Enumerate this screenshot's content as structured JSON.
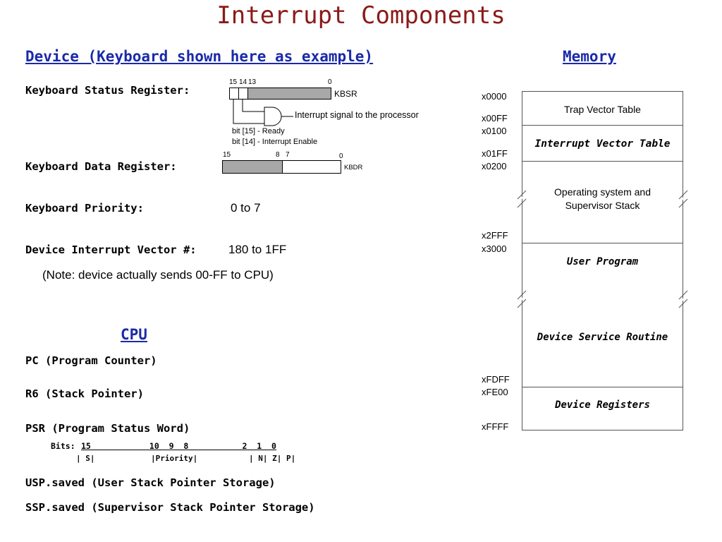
{
  "title": "Interrupt Components",
  "device": {
    "heading": "Device (Keyboard shown here as example)",
    "status_label": "Keyboard Status Register:",
    "kbsr": {
      "bit_15": "15",
      "bit_14": "14",
      "bit_13": "13",
      "bit_0": "0",
      "name": "KBSR",
      "signal": "Interrupt signal to the processor",
      "note_ready": "bit [15] - Ready",
      "note_enable": "bit [14] - Interrupt Enable"
    },
    "data_label": "Keyboard Data Register:",
    "kbdr": {
      "bit_15": "15",
      "bit_8": "8",
      "bit_7": "7",
      "bit_0": "0",
      "name": "KBDR"
    },
    "priority_label": "Keyboard Priority:",
    "priority_value": "0 to 7",
    "vector_label": "Device Interrupt Vector #:",
    "vector_value": "180 to 1FF",
    "vector_note": "(Note: device actually sends 00-FF to CPU)"
  },
  "cpu": {
    "heading": "CPU",
    "pc": "PC (Program Counter)",
    "r6": "R6 (Stack Pointer)",
    "psr": "PSR (Program Status Word)",
    "psr_bits_label": "Bits:",
    "psr_bits": "15            10  9  8           2  1  0",
    "psr_fields": "| S|            |Priority|           | N| Z| P|",
    "usp": "USP.saved (User Stack Pointer Storage)",
    "ssp": "SSP.saved (Supervisor Stack Pointer Storage)"
  },
  "memory": {
    "heading": "Memory",
    "addresses": [
      "x0000",
      "x00FF",
      "x0100",
      "x01FF",
      "x0200",
      "x2FFF",
      "x3000",
      "xFDFF",
      "xFE00",
      "xFFFF"
    ],
    "regions": {
      "trap": "Trap Vector Table",
      "ivt": "Interrupt Vector Table",
      "os_line1": "Operating system and",
      "os_line2": "Supervisor Stack",
      "user": "User Program",
      "dsr": "Device Service Routine",
      "devregs": "Device Registers"
    }
  }
}
